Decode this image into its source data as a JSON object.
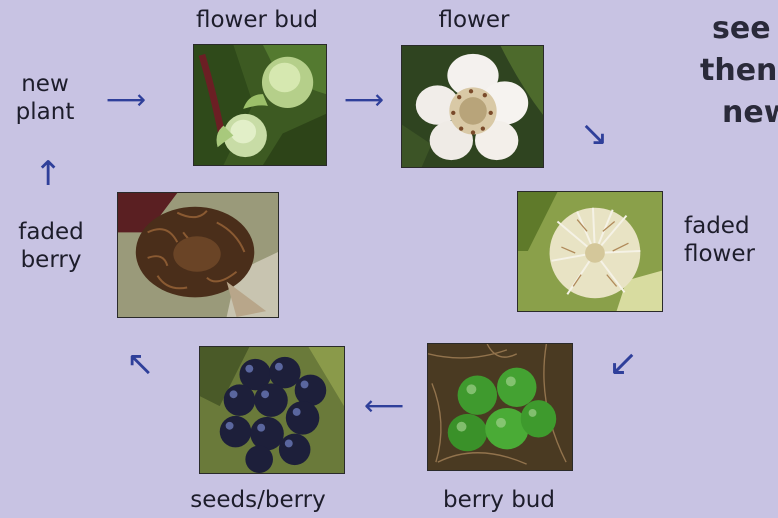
{
  "stages": {
    "flower_bud": "flower bud",
    "flower": "flower",
    "faded_flower_1": "faded",
    "faded_flower_2": "flower",
    "berry_bud": "berry bud",
    "seeds_berry": "seeds/berry",
    "faded_berry_1": "faded",
    "faded_berry_2": "berry",
    "new_plant_1": "new",
    "new_plant_2": "plant"
  },
  "side_text": {
    "line1": "see",
    "line2": "then",
    "line3": "new"
  },
  "arrows": {
    "right": "⟶",
    "down_right": "↘",
    "down_left": "↙",
    "left": "⟵",
    "up_left": "↖",
    "up": "↑"
  },
  "colors": {
    "background": "#c8c3e3",
    "arrow": "#2f3f9a"
  }
}
